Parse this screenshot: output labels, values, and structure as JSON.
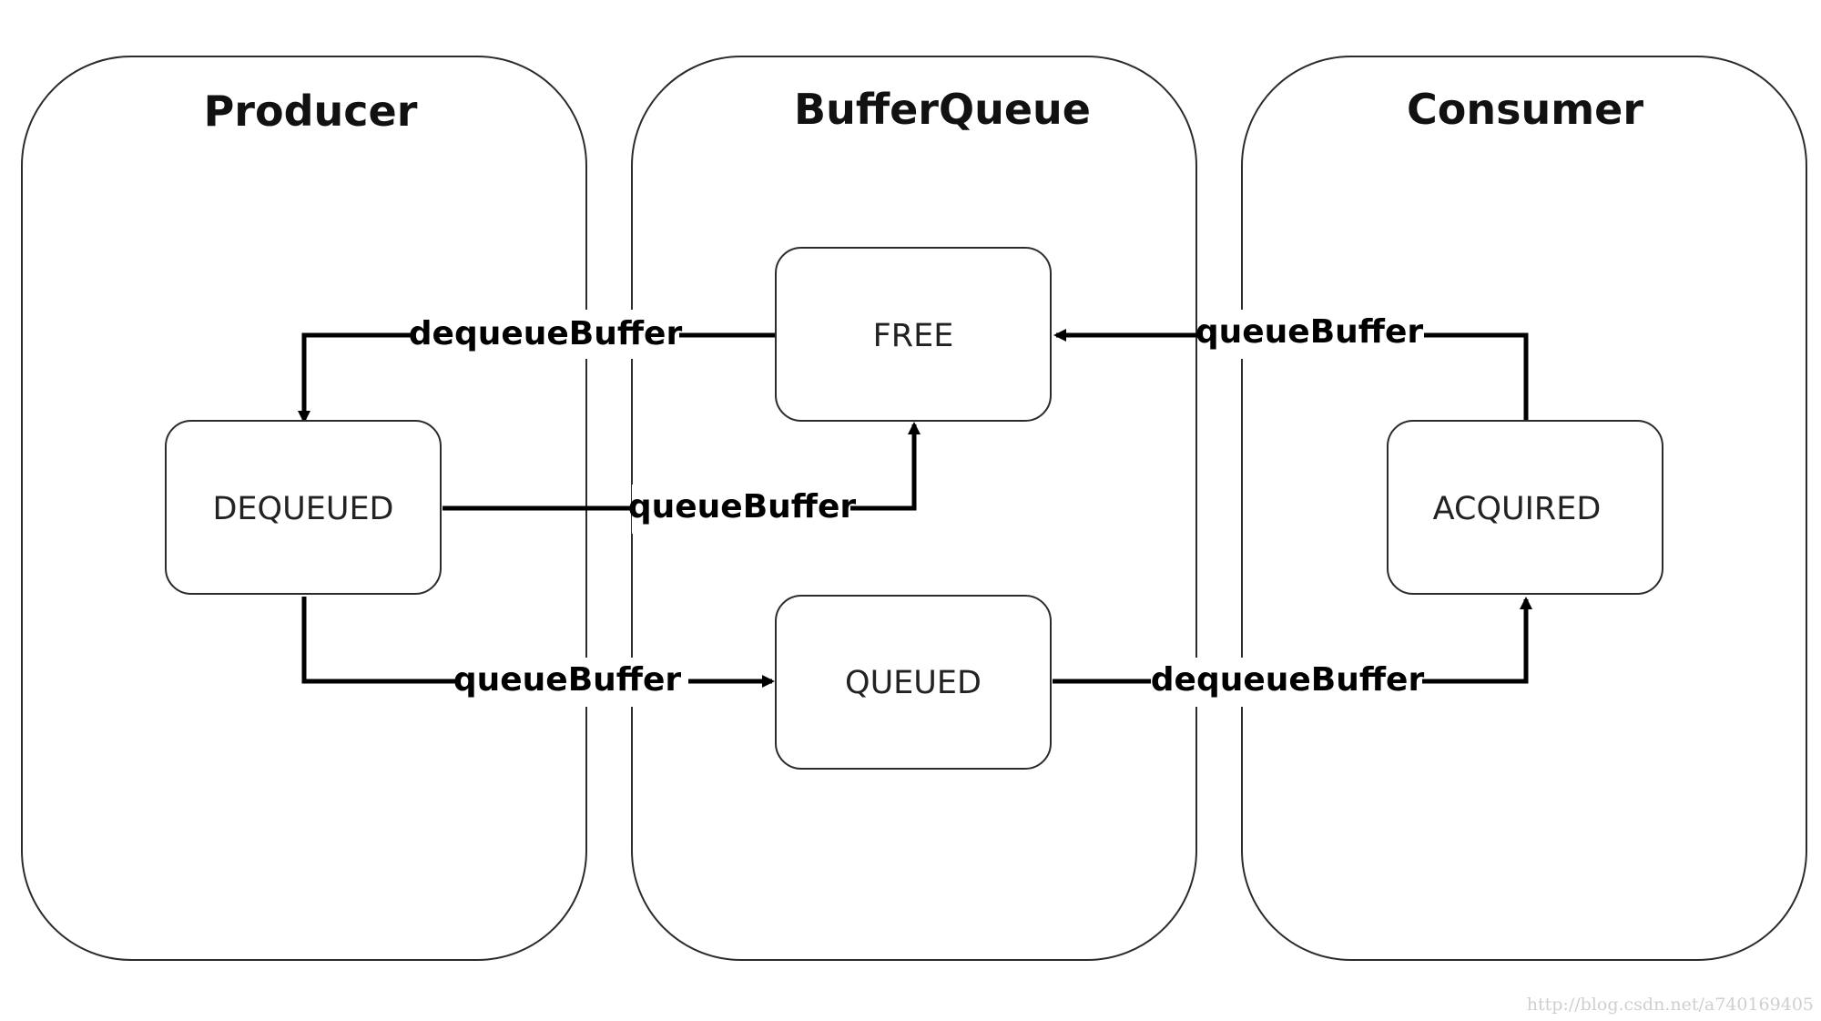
{
  "lanes": {
    "producer": "Producer",
    "bufferqueue": "BufferQueue",
    "consumer": "Consumer"
  },
  "states": {
    "free": "FREE",
    "dequeued": "DEQUEUED",
    "queued": "QUEUED",
    "acquired": "ACQUIRED"
  },
  "edges": {
    "free_to_dequeued": "dequeueBuffer",
    "dequeued_to_free": "queueBuffer",
    "dequeued_to_queued": "queueBuffer",
    "queued_to_acquired": "dequeueBuffer",
    "acquired_to_free": "queueBuffer"
  },
  "watermark": "http://blog.csdn.net/a740169405",
  "colors": {
    "stroke": "#000000",
    "border": "#2b2b2b",
    "background": "#ffffff"
  }
}
